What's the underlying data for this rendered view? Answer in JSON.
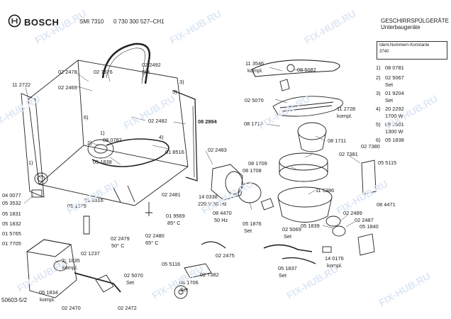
{
  "header": {
    "brand": "BOSCH",
    "model": "SMI 7310",
    "part_no": "0 730 300 527–CH1",
    "category": "GESCHIRRSPÜLGERÄTE",
    "subcategory": "Unterbaugeräte"
  },
  "ident_box": {
    "label": "Ident.Nummern-Konstante",
    "value": "3740"
  },
  "legend": [
    {
      "key": "1)",
      "value": "08 0781"
    },
    {
      "key": "2)",
      "value": "02 5067"
    },
    {
      "key": "",
      "value": "Set"
    },
    {
      "key": "3)",
      "value": "01 9204"
    },
    {
      "key": "",
      "value": "Set"
    },
    {
      "key": "4)",
      "value": "20 2292"
    },
    {
      "key": "",
      "value": "1700 W"
    },
    {
      "key": "5)",
      "value": "08 3501"
    },
    {
      "key": "",
      "value": "1300 W"
    },
    {
      "key": "6)",
      "value": "05 1838"
    }
  ],
  "labels": {
    "l01": "11 2722",
    "l02": "02 2478",
    "l03": "02 7376",
    "l04": "02 2492",
    "l05": "Set",
    "l06": "02 2469",
    "l07": "3)",
    "l08": "5)",
    "l09": "6)",
    "l10": "02 2482",
    "l11": "1)",
    "l12": "08 0782",
    "l13": "2)",
    "l14": "08 2894",
    "l15": "4)",
    "l16": "01 8516",
    "l17": "05 1838",
    "l18": "1)",
    "l19": "04 0077",
    "l20": "05 3532",
    "l21": "05 1831",
    "l22": "05 1832",
    "l23": "01 5765",
    "l24": "05 1875",
    "l25": "01 8516",
    "l26": "02 2481",
    "l27": "01 9569",
    "l28": "85° C",
    "l29": "02 2479",
    "l30": "50° C",
    "l31": "02 2480",
    "l32": "65° C",
    "l33": "02 1237",
    "l34": "01 7705",
    "l35": "05 1835",
    "l36": "kompl.",
    "l37": "02 5070",
    "l38": "Set",
    "l39": "05 1834",
    "l40": "kompl.",
    "l41": "02 2470",
    "l42": "02 2472",
    "l43": "50603-5/2",
    "l44": "05 5116",
    "l45": "02 7382",
    "l46": "08 1706",
    "l47": "Set",
    "l48": "02 2475",
    "l49": "02 2483",
    "l50": "14 0338",
    "l51": "220 V 50 Hz",
    "l52": "08 4470",
    "l53": "50 Hz",
    "l54": "05 1876",
    "l55": "Set",
    "l56": "11 3546",
    "l57": "kompl.",
    "l58": "08 5082",
    "l59": "02 5070",
    "l60": "11 2728",
    "l61": "kompl.",
    "l62": "08 1712",
    "l63": "08 1711",
    "l64": "02 7381",
    "l65": "02 7380",
    "l66": "08 1709",
    "l67": "08 1708",
    "l68": "05 5115",
    "l69": "11 5386",
    "l70": "08 4471",
    "l71": "02 2489",
    "l72": "02 2487",
    "l73": "05 1840",
    "l74": "02 5069",
    "l75": "05 1839",
    "l76": "Set",
    "l77": "05 1837",
    "l78": "Set",
    "l79": "14 0176",
    "l80": "kompl."
  },
  "watermark": "FIX-HUB.RU"
}
